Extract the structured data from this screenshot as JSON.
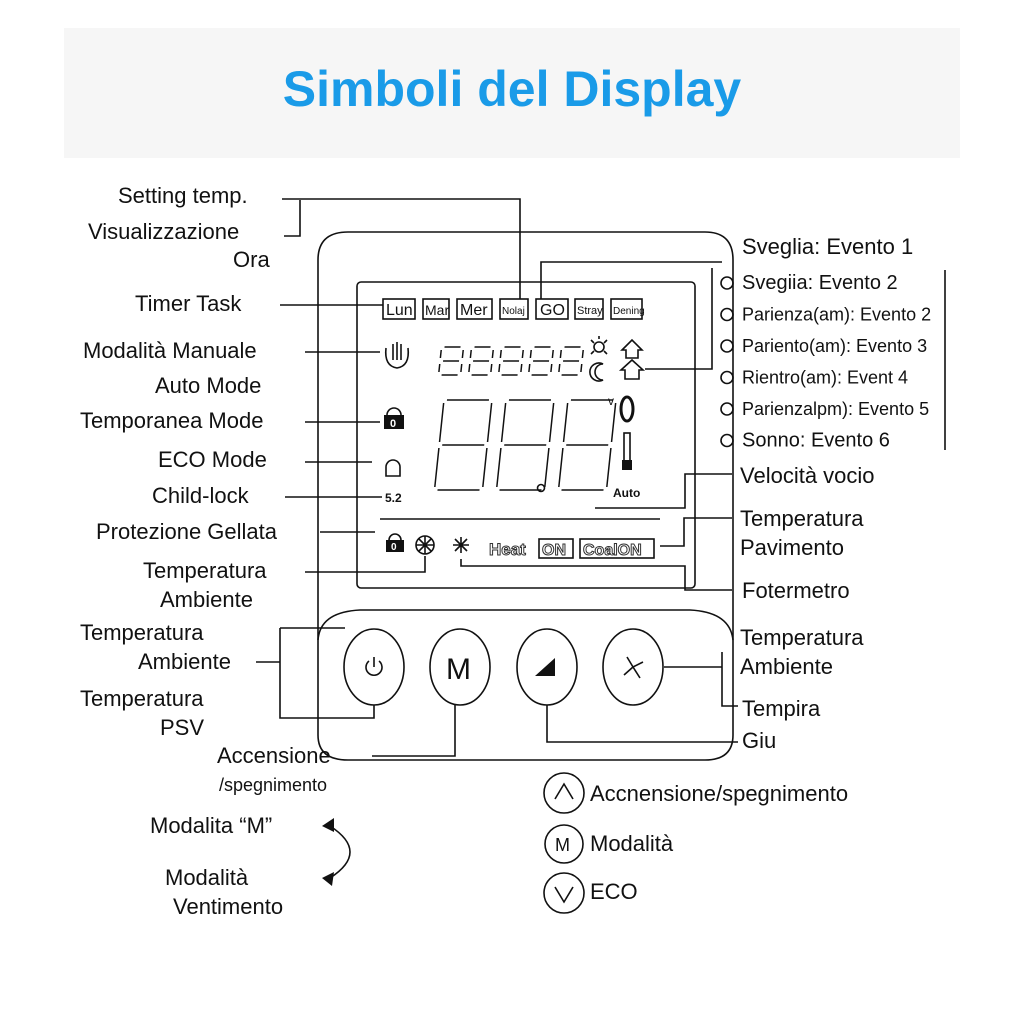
{
  "title": "Simboli del Display",
  "accent_color": "#1a9be8",
  "left_labels": {
    "setting_temp": "Setting temp.",
    "visualizzazione": "Visualizzazione",
    "ora": "Ora",
    "timer_task": "Timer Task",
    "modalita_manuale": "Modalità Manuale",
    "auto_mode": "Auto Mode",
    "temporanea_mode": "Temporanea Mode",
    "eco_mode": "ECO Mode",
    "child_lock": "Child-lock",
    "protezione_gellata": "Protezione Gellata",
    "temp_ambiente_1a": "Temperatura",
    "temp_ambiente_1b": "Ambiente",
    "temp_ambiente_2a": "Temperatura",
    "temp_ambiente_2b": "Ambiente",
    "temp_psv_a": "Temperatura",
    "temp_psv_b": "PSV",
    "accensione_a": "Accensione",
    "accensione_b": "/spegnimento",
    "modalita_m": "Modalita “M”",
    "modalita_vent_a": "Modalità",
    "modalita_vent_b": "Ventimento"
  },
  "right_labels": {
    "sveglia_1": "Sveglia: Evento 1",
    "events": [
      "Svegiia: Evento 2",
      "Parienza(am): Evento 2",
      "Pariento(am): Evento 3",
      "Rientro(am): Event 4",
      "Parienzalpm): Evento 5",
      "Sonno: Evento 6"
    ],
    "velocita": "Velocità vocio",
    "temp_pav_a": "Temperatura",
    "temp_pav_b": "Pavimento",
    "fotermetro": "Fotermetro",
    "temp_amb_a": "Temperatura",
    "temp_amb_b": "Ambiente",
    "tempira": "Tempira",
    "giu": "Giu"
  },
  "display": {
    "days": [
      "Lun",
      "Mar",
      "Mer",
      "Nolaj",
      "GO",
      "Stray",
      "Dening"
    ],
    "child_lock_value": "5.2",
    "fan_auto": "Auto",
    "heat": "Heat",
    "heat_on": "ON",
    "coal_on": "CoalON"
  },
  "buttons": {
    "mode": "M"
  },
  "legend": [
    {
      "icon": "chevron-up-icon",
      "label": "Accnensione/spegnimento"
    },
    {
      "icon": "m-icon",
      "symbol": "M",
      "label": "Modalità"
    },
    {
      "icon": "chevron-down-icon",
      "label": "ECO"
    }
  ]
}
